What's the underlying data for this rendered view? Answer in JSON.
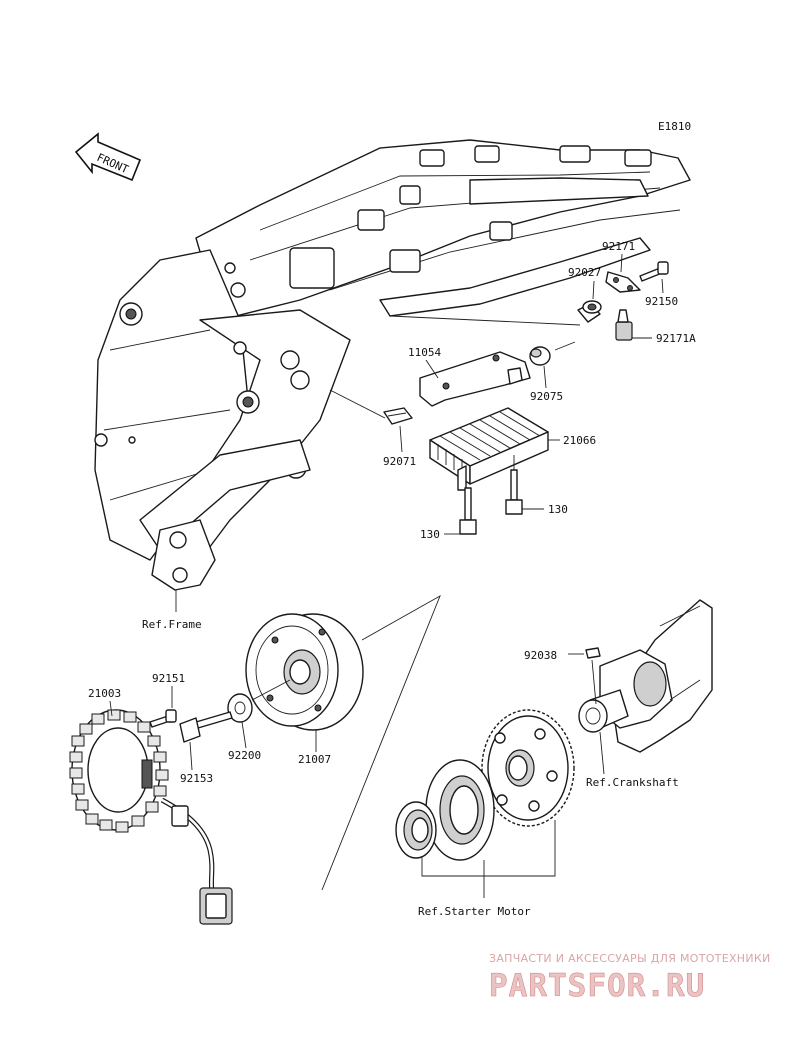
{
  "diagram_code": "E1810",
  "front_label": "FRONT",
  "part_numbers": {
    "p92171": "92171",
    "p92027": "92027",
    "p92150": "92150",
    "p92171A": "92171A",
    "p11054": "11054",
    "p92075": "92075",
    "p21066": "21066",
    "p92071": "92071",
    "p130a": "130",
    "p130b": "130",
    "p92038": "92038",
    "p92151": "92151",
    "p21003": "21003",
    "p92153": "92153",
    "p92200": "92200",
    "p21007": "21007"
  },
  "references": {
    "frame": "Ref.Frame",
    "crankshaft": "Ref.Crankshaft",
    "starter_motor": "Ref.Starter Motor"
  },
  "watermark": {
    "subtitle": "ЗАПЧАСТИ И АКСЕССУАРЫ ДЛЯ МОТОТЕХНИКИ",
    "brand": "PARTSFOR.RU"
  }
}
